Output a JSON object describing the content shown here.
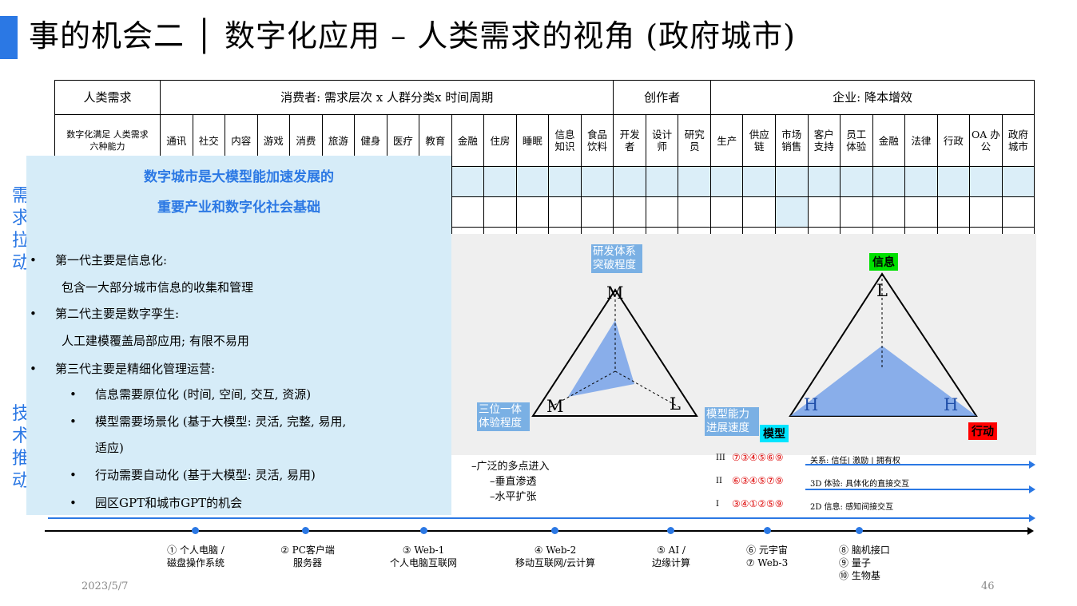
{
  "title": "事的机会二 │ 数字化应用 – 人类需求的视角 (政府城市)",
  "table": {
    "header_row": {
      "first": "人类需求",
      "consumer": "消费者: 需求层次 x 人群分类x 时间周期",
      "creator": "创作者",
      "enterprise": "企业: 降本增效"
    },
    "row_label": "数字化满足 人类需求 六种能力",
    "columns": [
      "通讯",
      "社交",
      "内容",
      "游戏",
      "消费",
      "旅游",
      "健身",
      "医疗",
      "教育",
      "金融",
      "住房",
      "睡眠",
      "信息 知识",
      "食品 饮料",
      "开发 者",
      "设计 师",
      "研究 员",
      "生产",
      "供应 链",
      "市场 销售",
      "客户 支持",
      "员工 体验",
      "金融",
      "法律",
      "行政",
      "OA 办公",
      "政府 城市"
    ]
  },
  "side_labels": {
    "demand": [
      "需",
      "求",
      "拉",
      "动"
    ],
    "tech": [
      "技",
      "术",
      "推",
      "动"
    ]
  },
  "overlay": {
    "heading1": "数字城市是大模型能加速发展的",
    "heading2": "重要产业和数字化社会基础",
    "gen1_title": "第一代主要是信息化:",
    "gen1_body": "包含一大部分城市信息的收集和管理",
    "gen2_title": "第二代主要是数字孪生:",
    "gen2_body": "人工建模覆盖局部应用; 有限不易用",
    "gen3_title": "第三代主要是精细化管理运营:",
    "sub1": "信息需要原位化 (时间, 空间, 交互, 资源)",
    "sub2a": "模型需要场景化 (基于大模型: 灵活, 完整, 易用,",
    "sub2b": "适应)",
    "sub3": "行动需要自动化 (基于大模型: 灵活, 易用)",
    "sub4": "园区GPT和城市GPT的机会"
  },
  "triangle_left": {
    "top_label": "研发体系 突破程度",
    "left_label": "三位一体 体验程度",
    "right_label": "模型能力 进展速度",
    "top_letter": "M",
    "left_letter": "M",
    "right_letter": "L"
  },
  "triangle_right": {
    "top_tag": "信息",
    "left_tag": "模型",
    "right_tag": "行动",
    "top_letter": "L",
    "left_letter": "H",
    "right_letter": "H",
    "colors": {
      "info": "#00e000",
      "model": "#00e5ff",
      "action": "#ff0000"
    }
  },
  "spread": {
    "line1": "–广泛的多点进入",
    "line2": "–垂直渗透",
    "line3": "–水平扩张"
  },
  "levels": [
    {
      "roman": "III",
      "nums_red": "⑦③④⑤⑥⑨",
      "text": "关系: 信任| 激励 | 拥有权"
    },
    {
      "roman": "II",
      "nums_red": "⑥③④⑤⑦⑨",
      "text": "3D 体验: 具体化的直接交互"
    },
    {
      "roman": "I",
      "nums_red": "③④①②⑤⑨",
      "text": "2D 信息: 感知间接交互"
    }
  ],
  "timeline": [
    {
      "l1": "① 个人电脑 /",
      "l2": "磁盘操作系统"
    },
    {
      "l1": "② PC客户端",
      "l2": "服务器"
    },
    {
      "l1": "③ Web-1",
      "l2": "个人电脑互联网"
    },
    {
      "l1": "④ Web-2",
      "l2": "移动互联网/云计算"
    },
    {
      "l1": "⑤ AI /",
      "l2": "边缘计算"
    },
    {
      "l1": "⑥ 元宇宙",
      "l2": "⑦ Web-3"
    },
    {
      "l1": "⑧ 脑机接口",
      "l2": "⑨ 量子",
      "l3": "⑩ 生物基"
    }
  ],
  "footer": {
    "date": "2023/5/7",
    "page": "46"
  }
}
